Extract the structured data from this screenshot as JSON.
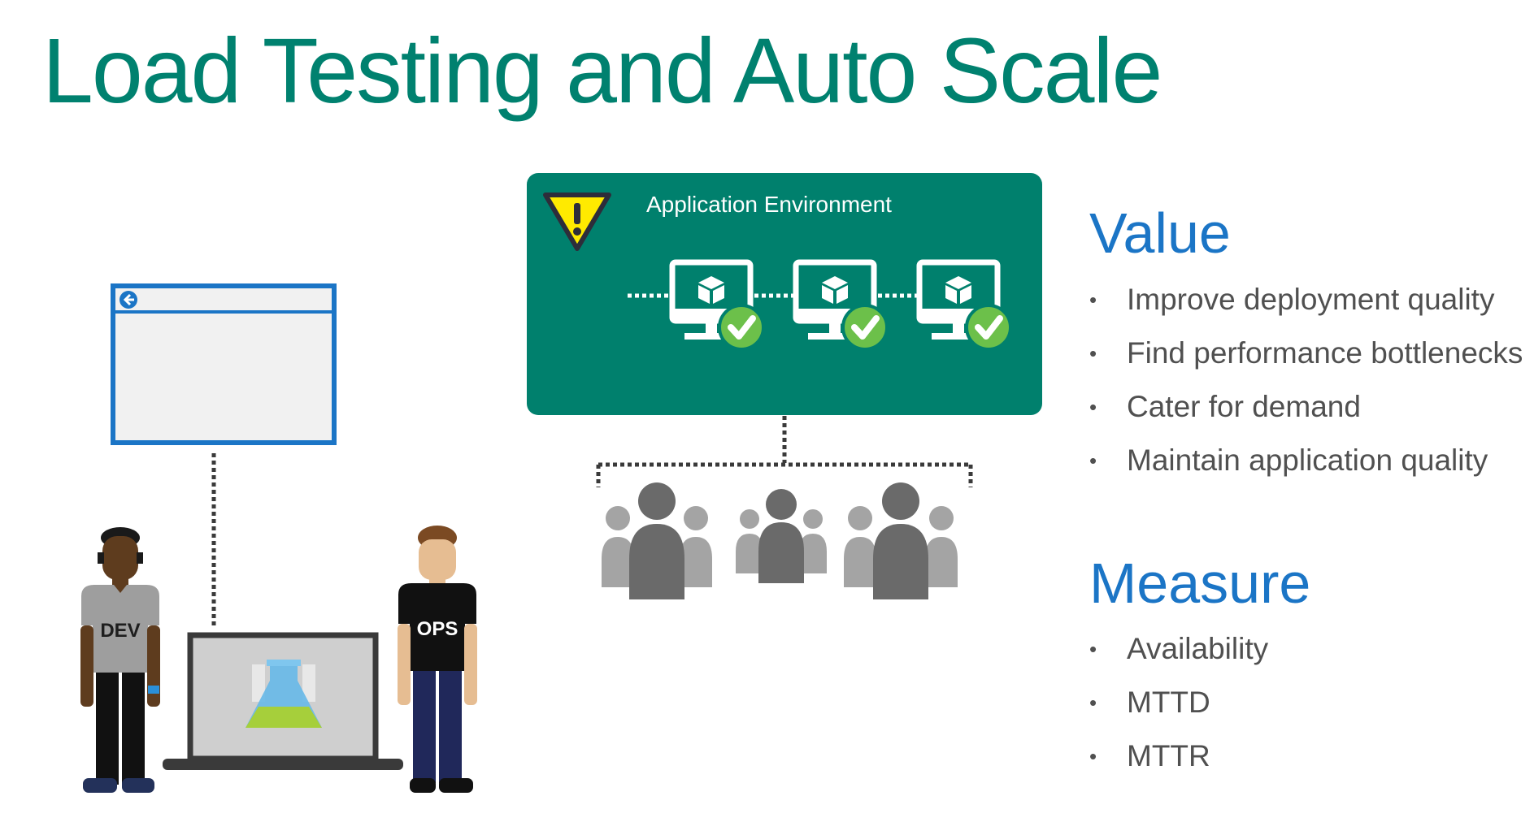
{
  "slide": {
    "title": "Load Testing and Auto Scale"
  },
  "environment": {
    "label": "Application  Environment"
  },
  "people": {
    "dev_label": "DEV",
    "ops_label": "OPS"
  },
  "value": {
    "heading": "Value",
    "items": [
      "Improve deployment quality",
      "Find performance bottlenecks",
      "Cater for demand",
      "Maintain application quality"
    ]
  },
  "measure": {
    "heading": "Measure",
    "items": [
      "Availability",
      "MTTD",
      "MTTR"
    ]
  },
  "icons": [
    "warning-icon",
    "server-monitor-icon",
    "checkmark-icon",
    "user-group-icon",
    "browser-window-icon",
    "back-arrow-icon",
    "laptop-icon",
    "flask-icon"
  ],
  "colors": {
    "title": "#00816f",
    "environment_bg": "#00806d",
    "heading": "#1b75c6",
    "check": "#6cc04a",
    "browser_border": "#1b75c6",
    "warning": "#ffea00"
  }
}
